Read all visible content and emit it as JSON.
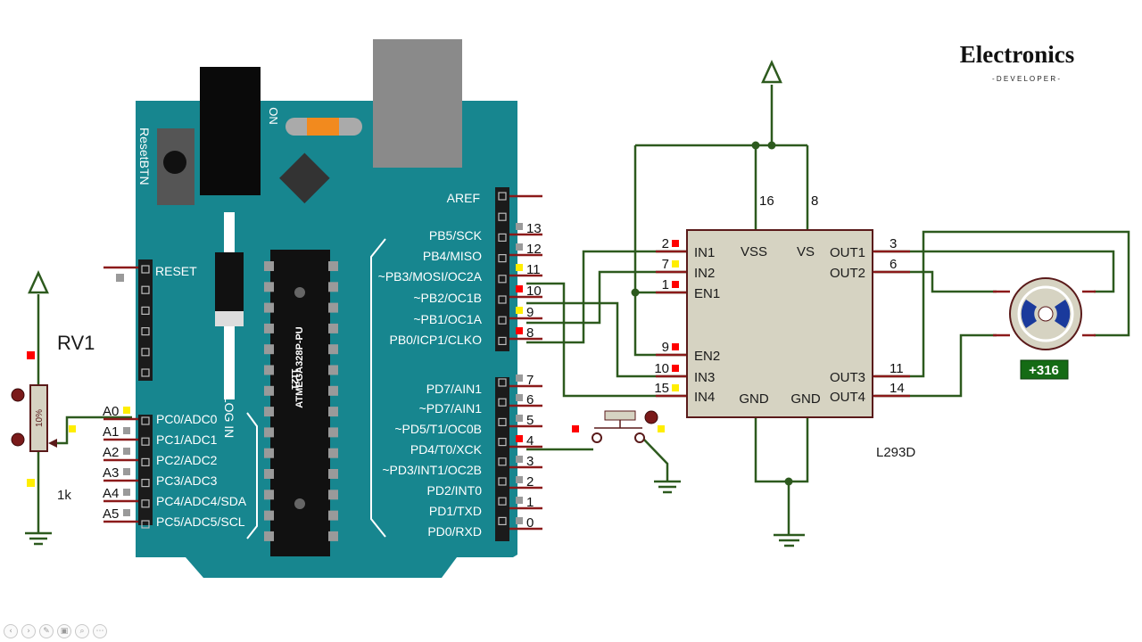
{
  "logo": {
    "title": "Electronics",
    "subtitle": "- D E V E L O P E R -"
  },
  "arduino": {
    "reset_button_label": "ResetBTN",
    "on_label": "ON",
    "analog_in_label": "ANALOG IN",
    "chip_label_1": "ATMEGA328P-PU",
    "chip_label_2": "1121",
    "reset_label": "RESET",
    "aref_label": "AREF",
    "digital_pins": [
      {
        "label": "PB5/SCK",
        "num": "13"
      },
      {
        "label": "PB4/MISO",
        "num": "12"
      },
      {
        "label": "~PB3/MOSI/OC2A",
        "num": "11"
      },
      {
        "label": "~PB2/OC1B",
        "num": "10"
      },
      {
        "label": "~PB1/OC1A",
        "num": "9"
      },
      {
        "label": "PB0/ICP1/CLKO",
        "num": "8"
      },
      {
        "label": "PD7/AIN1",
        "num": "7"
      },
      {
        "label": "~PD7/AIN1",
        "num": "6"
      },
      {
        "label": "~PD5/T1/OC0B",
        "num": "5"
      },
      {
        "label": "PD4/T0/XCK",
        "num": "4"
      },
      {
        "label": "~PD3/INT1/OC2B",
        "num": "3"
      },
      {
        "label": "PD2/INT0",
        "num": "2"
      },
      {
        "label": "PD1/TXD",
        "num": "1"
      },
      {
        "label": "PD0/RXD",
        "num": "0"
      }
    ],
    "analog_pins": [
      {
        "label": "PC0/ADC0",
        "num": "A0"
      },
      {
        "label": "PC1/ADC1",
        "num": "A1"
      },
      {
        "label": "PC2/ADC2",
        "num": "A2"
      },
      {
        "label": "PC3/ADC3",
        "num": "A3"
      },
      {
        "label": "PC4/ADC4/SDA",
        "num": "A4"
      },
      {
        "label": "PC5/ADC5/SCL",
        "num": "A5"
      }
    ]
  },
  "potentiometer": {
    "name": "RV1",
    "value": "1k",
    "wiper": "10%"
  },
  "l293d": {
    "name": "L293D",
    "left_pins": [
      {
        "label": "IN1",
        "num": "2"
      },
      {
        "label": "IN2",
        "num": "7"
      },
      {
        "label": "EN1",
        "num": "1"
      },
      {
        "label": "EN2",
        "num": "9"
      },
      {
        "label": "IN3",
        "num": "10"
      },
      {
        "label": "IN4",
        "num": "15"
      }
    ],
    "right_pins": [
      {
        "label": "OUT1",
        "num": "3"
      },
      {
        "label": "OUT2",
        "num": "6"
      },
      {
        "label": "OUT3",
        "num": "11"
      },
      {
        "label": "OUT4",
        "num": "14"
      }
    ],
    "top_pins": [
      {
        "label": "VSS",
        "num": "16"
      },
      {
        "label": "VS",
        "num": "8"
      }
    ],
    "bottom_labels": [
      "GND",
      "GND"
    ]
  },
  "motor": {
    "readout": "+316"
  },
  "colors": {
    "board": "#17868f",
    "wire": "#2d5a1e",
    "lead": "#8b1a1a",
    "chip_body": "#d6d3c2",
    "pin_high": "#ff0000",
    "pin_low": "#ffee00",
    "pin_idle": "#9a9a9a",
    "readout_bg": "#156b15"
  }
}
